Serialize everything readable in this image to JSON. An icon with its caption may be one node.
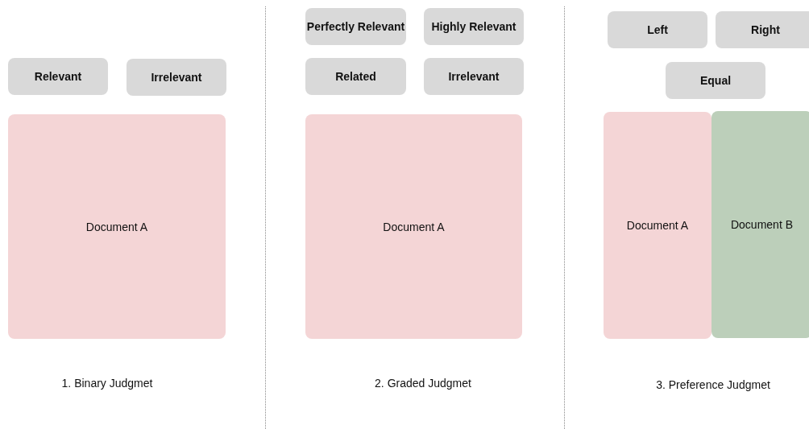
{
  "diagram": {
    "nodes": [
      {
        "text": [
          "Relevant"
        ]
      },
      {
        "text": [
          "Irrelevant"
        ]
      },
      {
        "text": [
          "Document A"
        ]
      },
      {
        "text": [
          "Perfectly Relevant"
        ]
      },
      {
        "text": [
          "Highly Relevant"
        ]
      },
      {
        "text": [
          "Related"
        ]
      },
      {
        "text": [
          "Irrelevant"
        ]
      },
      {
        "text": [
          "Document A"
        ]
      },
      {
        "text": [
          "Left"
        ]
      },
      {
        "text": [
          "Right"
        ]
      },
      {
        "text": [
          "Equal"
        ]
      },
      {
        "text": [
          "Document A"
        ]
      },
      {
        "text": [
          "Document B"
        ]
      }
    ],
    "edges": [],
    "labels": [
      "1. Binary Judgmet",
      "2. Graded Judgmet",
      "3. Preference Judgmet"
    ]
  }
}
